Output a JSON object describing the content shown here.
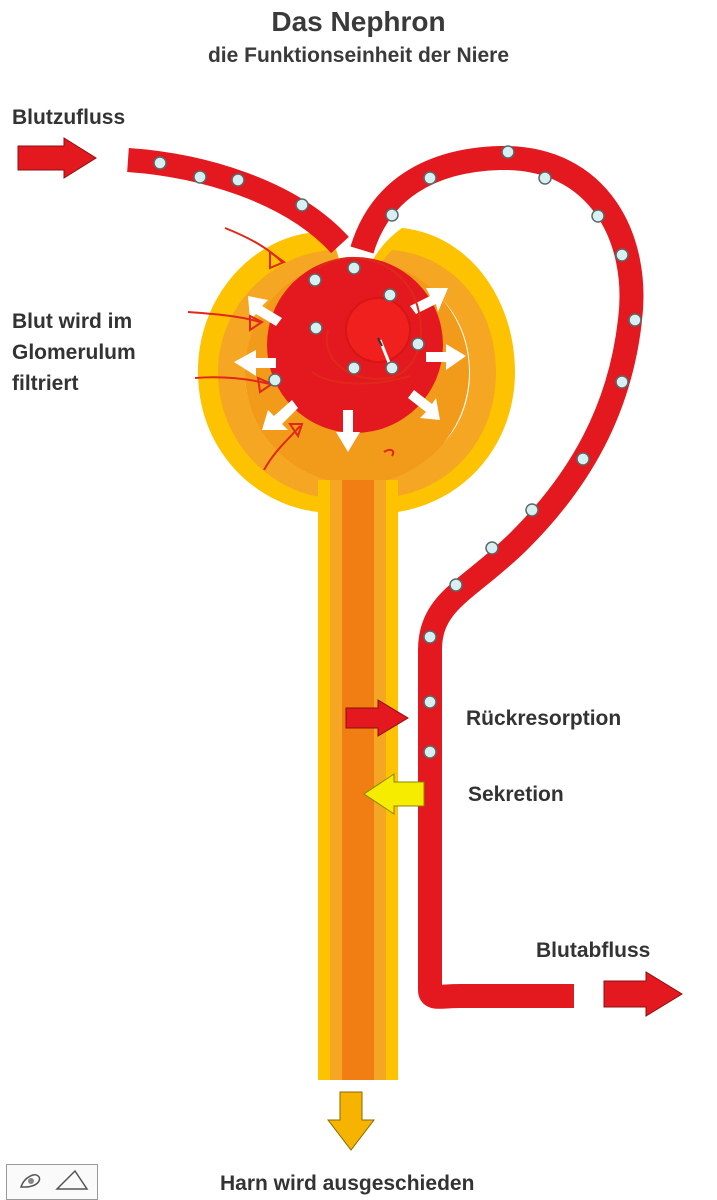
{
  "header": {
    "title": "Das Nephron",
    "subtitle": "die Funktionseinheit der Niere"
  },
  "labels": {
    "blood_inflow": "Blutzufluss",
    "filtration_line1": "Blut wird im",
    "filtration_line2": "Glomerulum",
    "filtration_line3": "filtriert",
    "reabsorption": "Rückresorption",
    "secretion": "Sekretion",
    "blood_outflow": "Blutabfluss",
    "urine": "Harn wird ausgeschieden"
  },
  "colors": {
    "blood_red": "#e3191f",
    "capsule_yellow": "#fdc300",
    "capsule_orange": "#f29a1a",
    "tubule_center": "#f07e12",
    "secretion_arrow": "#f5ec00",
    "urine_arrow": "#f6b400",
    "cell_dot": "#d8f0f2"
  },
  "icons": {
    "inflow_arrow": "arrow-right-icon",
    "outflow_arrow": "arrow-right-icon",
    "reabsorption_arrow": "arrow-right-icon",
    "secretion_arrow": "arrow-left-icon",
    "urine_arrow": "arrow-down-icon",
    "toolbar_left": "pen-tool-icon",
    "toolbar_right": "triangle-ruler-icon"
  }
}
